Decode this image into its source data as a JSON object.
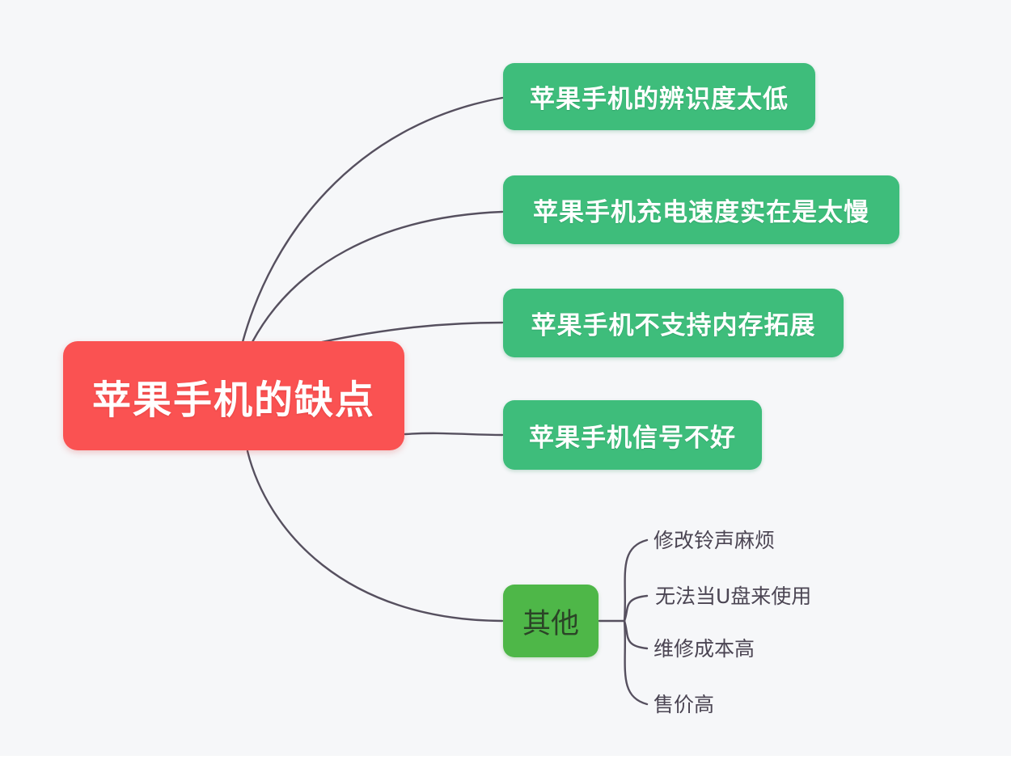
{
  "mindmap": {
    "title": "苹果手机的缺点",
    "root": {
      "label": "苹果手机的缺点",
      "color": "#fa5252",
      "text_color": "#ffffff"
    },
    "branches": [
      {
        "label": "苹果手机的辨识度太低"
      },
      {
        "label": "苹果手机充电速度实在是太慢"
      },
      {
        "label": "苹果手机不支持内存拓展"
      },
      {
        "label": "苹果手机信号不好"
      },
      {
        "label": "其他",
        "children": [
          "修改铃声麻烦",
          "无法当U盘来使用",
          "维修成本高",
          "售价高"
        ]
      }
    ],
    "colors": {
      "branch_fill": "#3ebd7b",
      "other_fill": "#4eb748",
      "connector": "#56505f",
      "background": "#f6f7f9",
      "leaf_text": "#4b4553"
    }
  }
}
